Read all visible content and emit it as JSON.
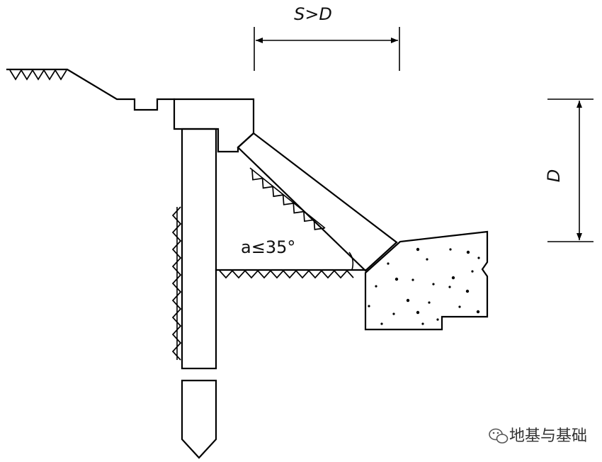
{
  "labels": {
    "dim_s": "S>D",
    "dim_d": "D",
    "angle": "a≤35°"
  },
  "watermark": {
    "text": "地基与基础",
    "icon": "wechat-icon"
  }
}
